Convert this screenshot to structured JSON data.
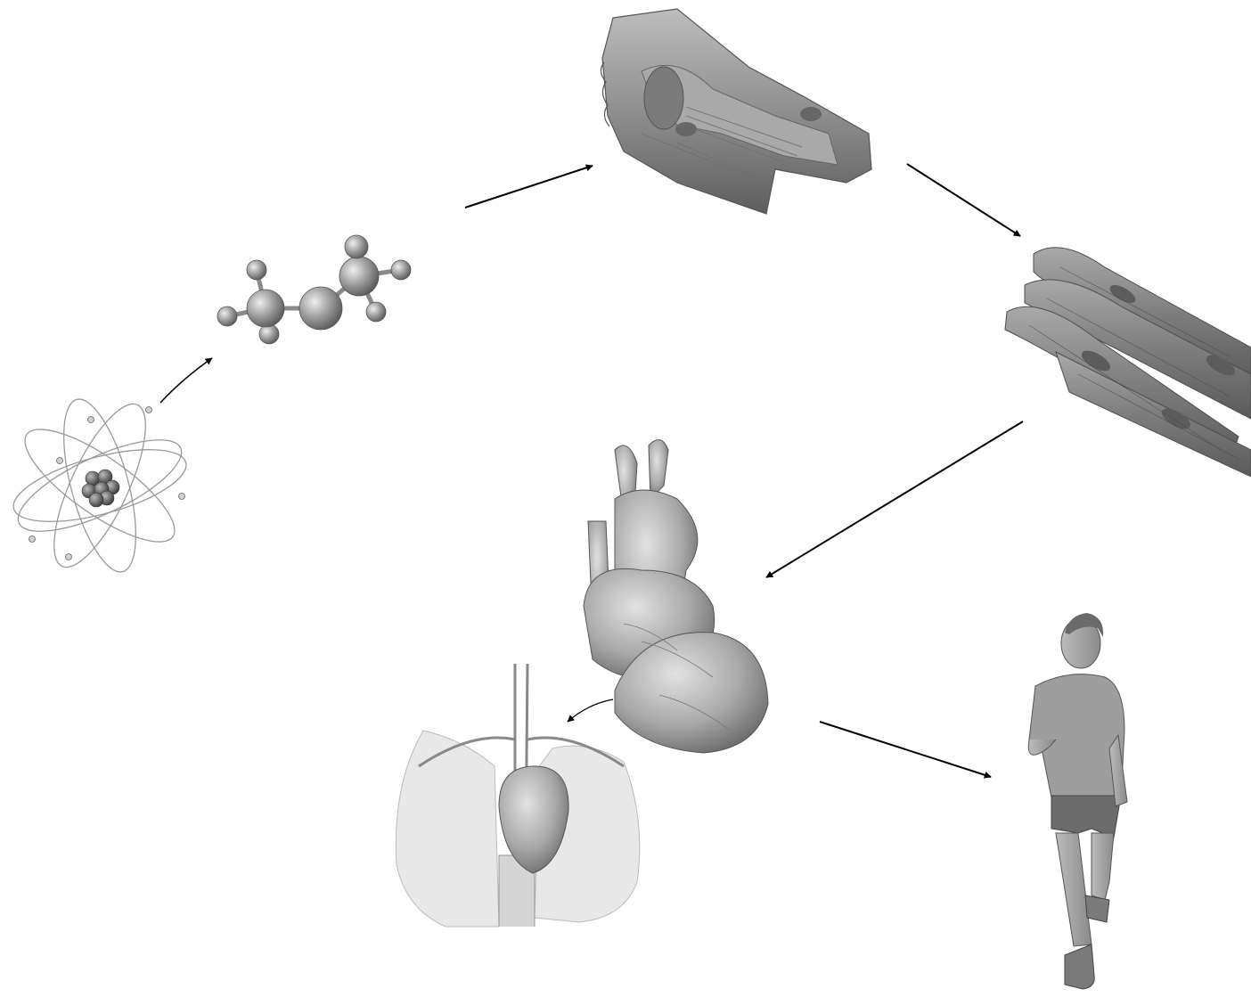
{
  "diagram": {
    "type": "levels-of-organization-flow",
    "stages": [
      {
        "id": "atom",
        "icon": "atom-icon"
      },
      {
        "id": "molecule",
        "icon": "molecule-icon"
      },
      {
        "id": "cell",
        "icon": "cardiac-cell-icon"
      },
      {
        "id": "tissue",
        "icon": "muscle-tissue-icon"
      },
      {
        "id": "organ",
        "icon": "heart-organ-icon"
      },
      {
        "id": "organ-system",
        "icon": "circulatory-system-icon"
      },
      {
        "id": "organism",
        "icon": "human-runner-icon"
      }
    ],
    "arrows": [
      {
        "from": "atom",
        "to": "molecule"
      },
      {
        "from": "molecule",
        "to": "cell"
      },
      {
        "from": "cell",
        "to": "tissue"
      },
      {
        "from": "tissue",
        "to": "organ"
      },
      {
        "from": "organ",
        "to": "organ-system"
      },
      {
        "from": "organ",
        "to": "organism"
      }
    ],
    "colors": {
      "line": "#000000",
      "illustration_dark": "#5a5a5a",
      "illustration_mid": "#8c8c8c",
      "illustration_light": "#c8c8c8",
      "background": "#ffffff"
    }
  }
}
